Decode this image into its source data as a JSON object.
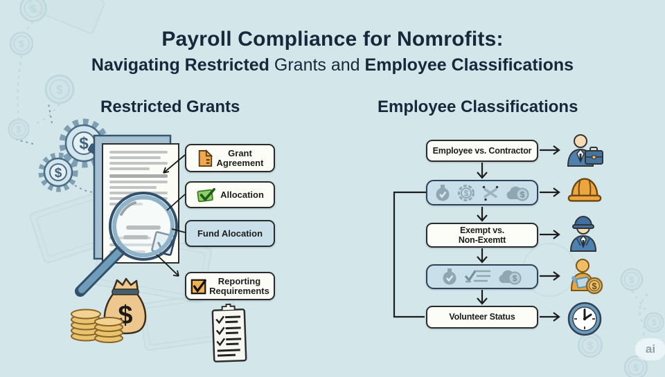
{
  "header": {
    "title": "Payroll Compliance for Nomrofits:",
    "subtitle": {
      "p1": "Navigating ",
      "p2": "Restricted ",
      "p3": "Grants ",
      "p4": "and ",
      "p5": "Employee Classifications"
    }
  },
  "left": {
    "heading": "Restricted Grants",
    "callouts": {
      "grant": {
        "line1": "Grant",
        "line2": "Agreement",
        "icon": "orange-document-icon"
      },
      "allocation": {
        "label": "Allocation",
        "icon": "green-check-icon"
      },
      "fund": {
        "label": "Fund Alocation"
      },
      "reporting": {
        "line1": "Reporting",
        "line2": "Requirements",
        "icon": "orange-checkbox-icon"
      }
    }
  },
  "right": {
    "heading": "Employee Classifications",
    "flow": {
      "box1": {
        "label": "Employee vs. Contractor"
      },
      "box2_icons": [
        "badge-check",
        "dollar-coin",
        "crossed-arrows",
        "money-cloud"
      ],
      "box3": {
        "line1": "Exempt vs.",
        "line2": "Non-Exemtt"
      },
      "box4_icons": [
        "badge-check",
        "checklist",
        "money-cloud"
      ],
      "box5": {
        "label": "Volunteer Status"
      }
    },
    "result_icons": [
      "businessman-briefcase",
      "hard-hat",
      "construction-worker",
      "volunteer-coin",
      "clock"
    ]
  },
  "symbols": {
    "dollar": "$"
  },
  "watermark": {
    "label": "ai"
  },
  "colors": {
    "background": "#d3e6ea",
    "heading_text": "#16283a",
    "flow_box_fill": "#c9dfe9",
    "flow_box_border": "#2e4257",
    "muted_icon": "#8ea7b3",
    "accent_orange": "#eda63e",
    "accent_green": "#8ecf6a",
    "accent_blue": "#4e81b0",
    "coin_gold": "#e9c36d"
  }
}
